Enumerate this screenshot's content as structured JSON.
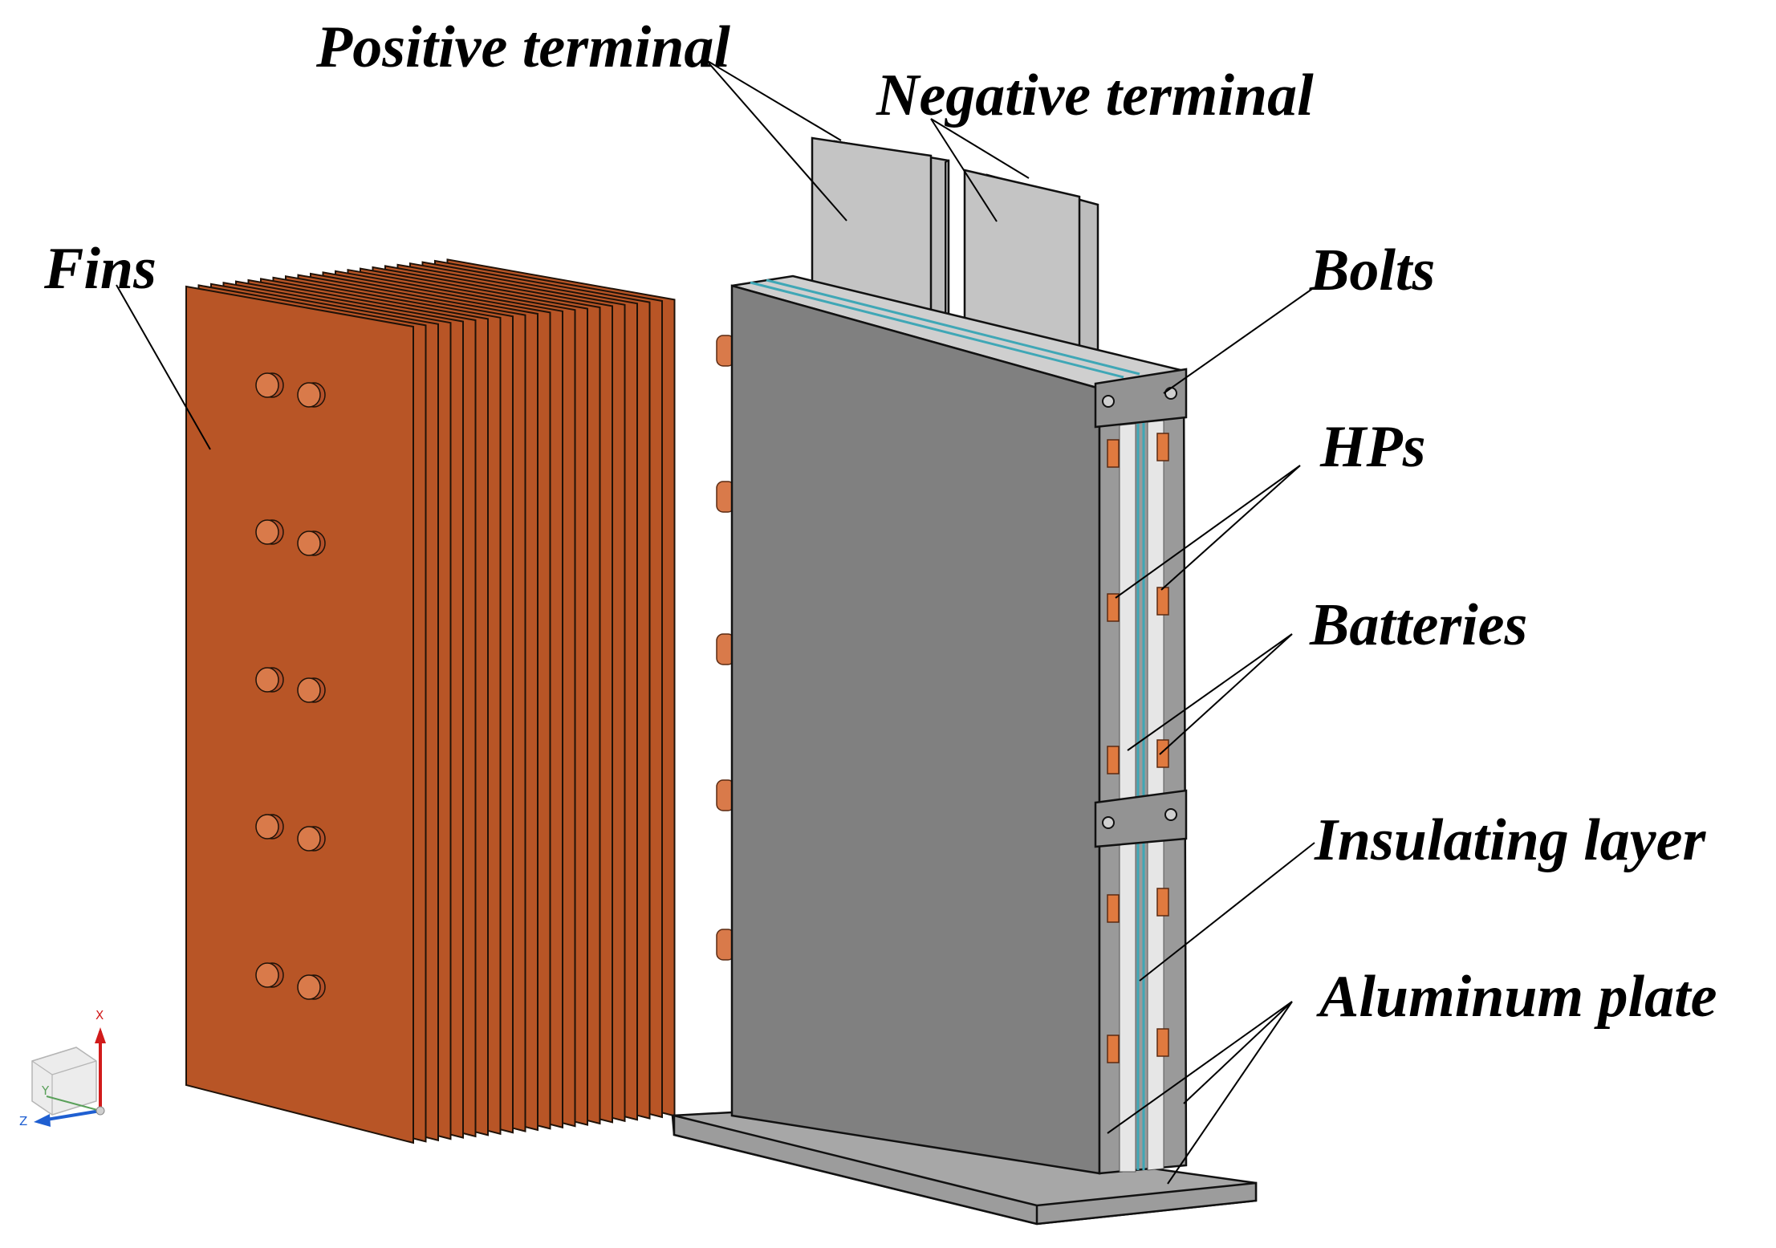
{
  "labels": {
    "positive_terminal": "Positive terminal",
    "negative_terminal": "Negative terminal",
    "fins": "Fins",
    "bolts": "Bolts",
    "hps": "HPs",
    "batteries": "Batteries",
    "insulating_layer": "Insulating layer",
    "aluminum_plate": "Aluminum plate"
  },
  "triad": {
    "x": "X",
    "y": "Y",
    "z": "Z"
  },
  "colors": {
    "fin": "#b85526",
    "fin_edge": "#1f1208",
    "copper": "#d97a4a",
    "body_front": "#808080",
    "body_side": "#9a9a9a",
    "terminal": "#bdbdbd",
    "base": "#a7a7a7",
    "strap": "#939393",
    "insulator": "#e6e6e6",
    "blue_line": "#3fa7b6",
    "axis_x": "#d11b1b",
    "axis_z": "#1f5fd1"
  }
}
